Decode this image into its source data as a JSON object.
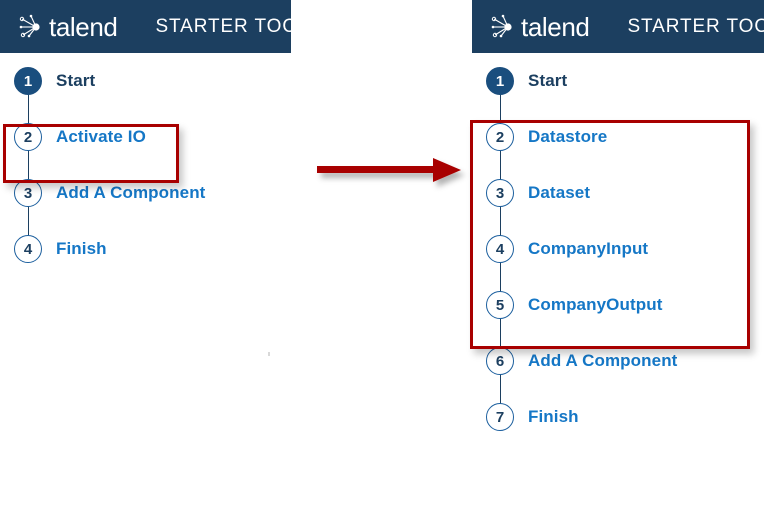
{
  "header": {
    "brand_name": "talend",
    "brand_icon": "talend-node-graph-logo",
    "title": "STARTER TOO"
  },
  "colors": {
    "header_background": "#1c3f60",
    "step_label_blue": "#1577c6",
    "step_label_dark": "#1c3f60",
    "circle_outline": "#1c5f9e",
    "circle_filled": "#1a4e7e",
    "highlight_red": "#a80000",
    "arrow_red": "#a80000",
    "page_background": "#ffffff"
  },
  "panel_before": {
    "name": "before-state-panel",
    "steps": [
      {
        "number": "1",
        "label": "Start",
        "state": "active",
        "highlighted": false
      },
      {
        "number": "2",
        "label": "Activate IO",
        "state": "inactive",
        "highlighted": true
      },
      {
        "number": "3",
        "label": "Add A Component",
        "state": "inactive",
        "highlighted": false
      },
      {
        "number": "4",
        "label": "Finish",
        "state": "inactive",
        "highlighted": false
      }
    ]
  },
  "panel_after": {
    "name": "after-state-panel",
    "steps": [
      {
        "number": "1",
        "label": "Start",
        "state": "active",
        "highlighted": false
      },
      {
        "number": "2",
        "label": "Datastore",
        "state": "inactive",
        "highlighted": true
      },
      {
        "number": "3",
        "label": "Dataset",
        "state": "inactive",
        "highlighted": true
      },
      {
        "number": "4",
        "label": "CompanyInput",
        "state": "inactive",
        "highlighted": true
      },
      {
        "number": "5",
        "label": "CompanyOutput",
        "state": "inactive",
        "highlighted": true
      },
      {
        "number": "6",
        "label": "Add A Component",
        "state": "inactive",
        "highlighted": false
      },
      {
        "number": "7",
        "label": "Finish",
        "state": "inactive",
        "highlighted": false
      }
    ]
  },
  "annotations": {
    "arrow_icon": "right-arrow-icon",
    "arrow_direction": "right",
    "highlight_before_target": "Activate IO",
    "highlight_after_target": "Datastore, Dataset, CompanyInput, CompanyOutput"
  }
}
